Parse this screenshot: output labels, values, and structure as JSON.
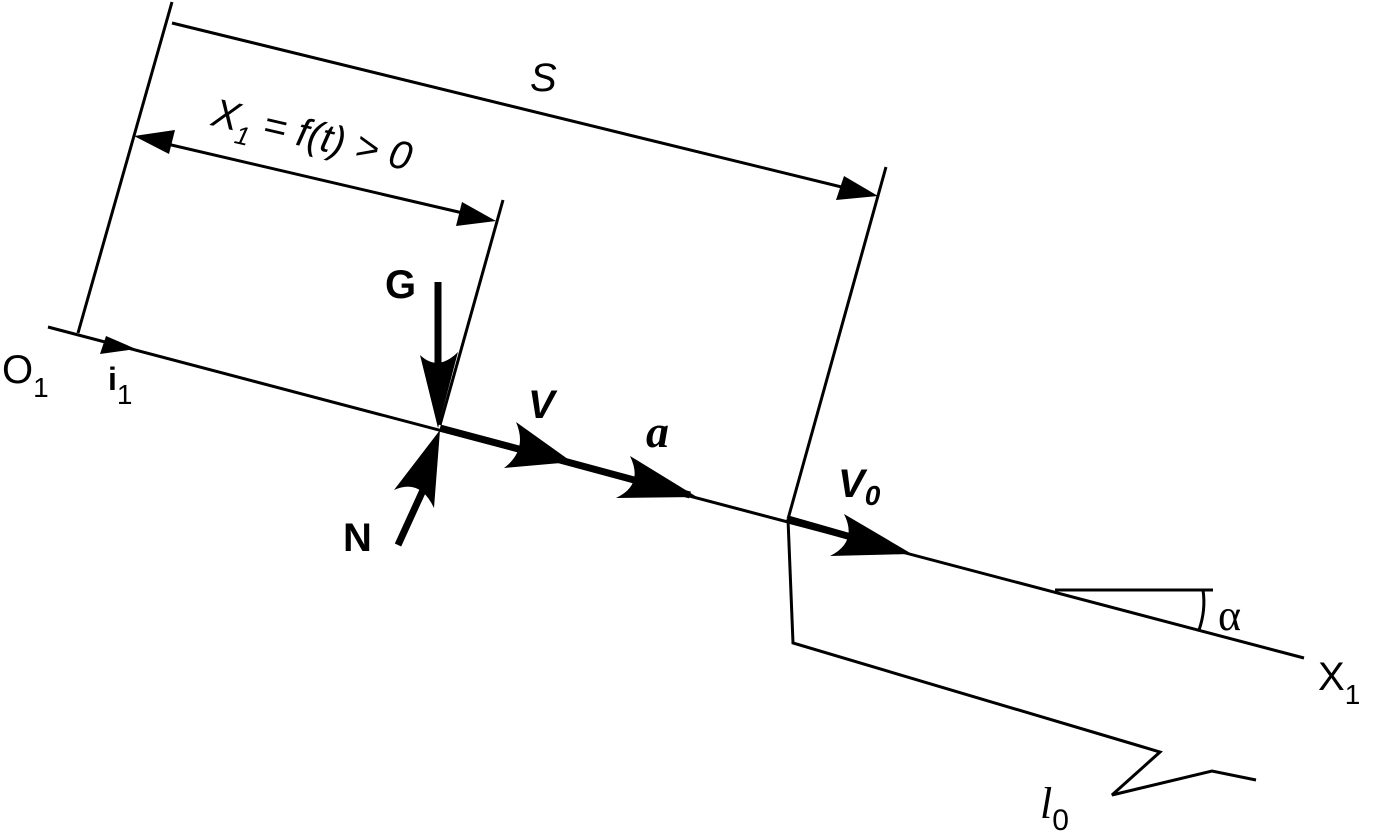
{
  "diagram": {
    "distance_label": "S",
    "x1_label": {
      "main": "X",
      "sub": "1",
      "expr": " = f(t) > 0"
    },
    "origin_label": {
      "main": "O",
      "sub": "1"
    },
    "unit_vector_label": {
      "main": "i",
      "sub": "1"
    },
    "axis_label": {
      "main": "X",
      "sub": "1"
    },
    "gravity_label": "G",
    "normal_label": "N",
    "velocity_label": "V",
    "acceleration_label": "a",
    "initial_velocity_label": {
      "main": "V",
      "sub": "0"
    },
    "angle_label": "α",
    "length_label": {
      "main": "l",
      "sub": "0"
    }
  }
}
